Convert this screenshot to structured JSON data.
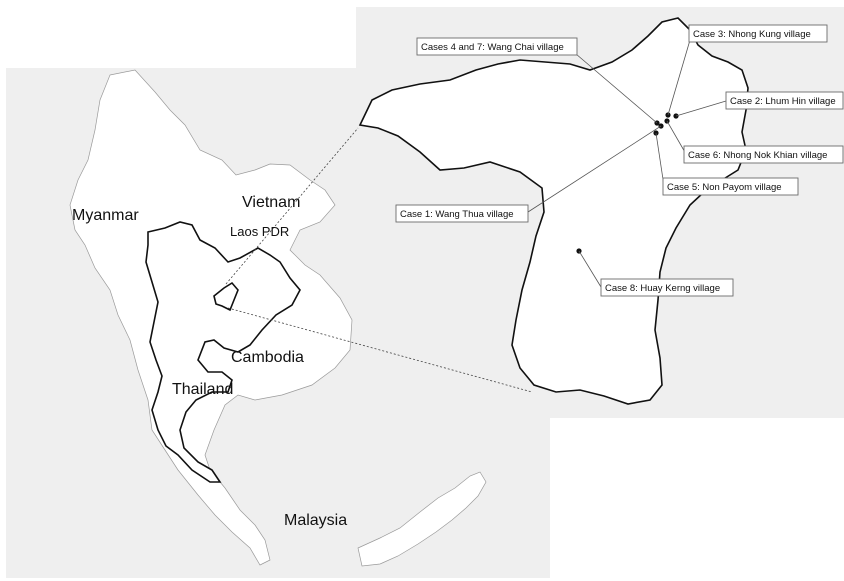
{
  "countries": {
    "myanmar": "Myanmar",
    "vietnam": "Vietnam",
    "laos": "Laos PDR",
    "cambodia": "Cambodia",
    "thailand": "Thailand",
    "malaysia": "Malaysia"
  },
  "cases": [
    {
      "id": "case-1",
      "label": "Case 1: Wang Thua village"
    },
    {
      "id": "case-2",
      "label": "Case 2: Lhum Hin village"
    },
    {
      "id": "case-3",
      "label": "Case 3: Nhong Kung village"
    },
    {
      "id": "cases-4-7",
      "label": "Cases 4 and 7: Wang Chai village"
    },
    {
      "id": "case-5",
      "label": "Case 5: Non Payom village"
    },
    {
      "id": "case-6",
      "label": "Case 6: Nhong Nok Khian village"
    },
    {
      "id": "case-8",
      "label": "Case 8: Huay Kerng village"
    }
  ],
  "colors": {
    "sea": "#efefef",
    "land": "#ffffff",
    "border": "#111111"
  }
}
